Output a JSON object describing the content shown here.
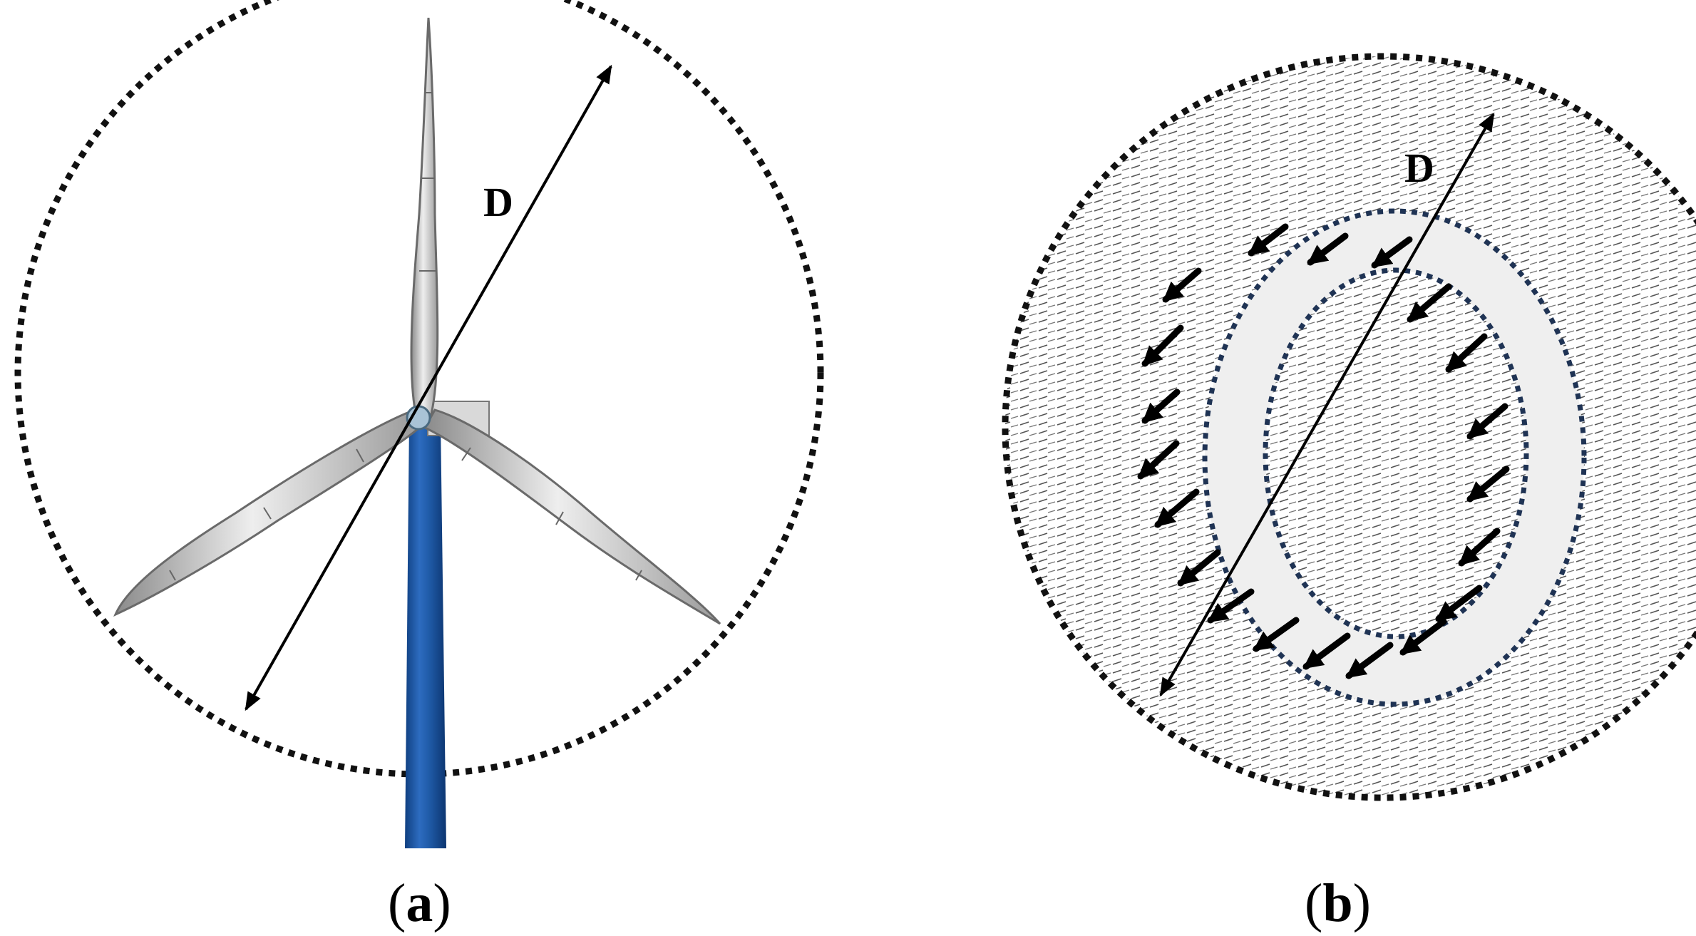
{
  "panel_a": {
    "diameter_label": "D",
    "caption_open": "(",
    "caption_letter": "a",
    "caption_close": ")",
    "tower_color": "#1f5aa6",
    "blade_color": "#c8c8c8"
  },
  "panel_b": {
    "diameter_label": "D",
    "caption_open": "(",
    "caption_letter": "b",
    "caption_close": ")",
    "ring_fill_color": "#efefef",
    "ring_border_color": "#1f3354"
  }
}
